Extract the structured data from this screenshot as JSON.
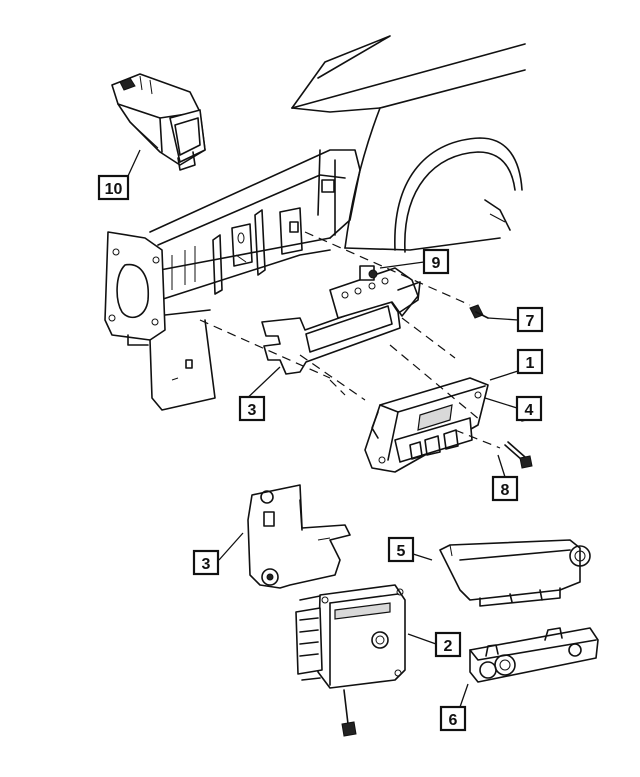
{
  "callouts": [
    {
      "id": "1",
      "label": "1"
    },
    {
      "id": "2",
      "label": "2"
    },
    {
      "id": "3a",
      "label": "3"
    },
    {
      "id": "3b",
      "label": "3"
    },
    {
      "id": "4",
      "label": "4"
    },
    {
      "id": "5",
      "label": "5"
    },
    {
      "id": "6",
      "label": "6"
    },
    {
      "id": "7",
      "label": "7"
    },
    {
      "id": "8",
      "label": "8"
    },
    {
      "id": "9",
      "label": "9"
    },
    {
      "id": "10",
      "label": "10"
    }
  ]
}
